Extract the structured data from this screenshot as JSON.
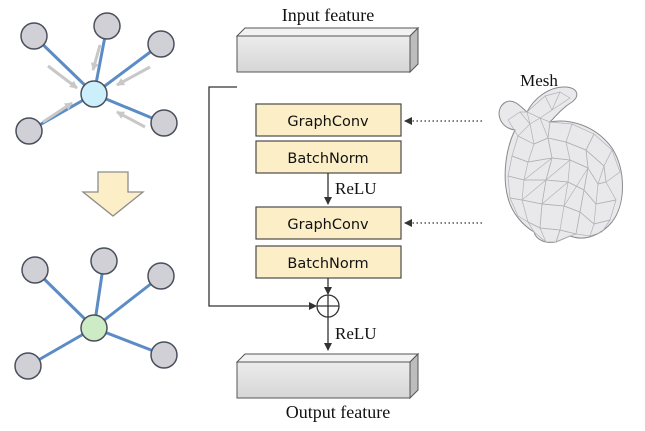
{
  "labels": {
    "input_feature": "Input feature",
    "output_feature": "Output feature",
    "mesh": "Mesh",
    "graphconv_1": "GraphConv",
    "batchnorm_1": "BatchNorm",
    "relu_1": "ReLU",
    "graphconv_2": "GraphConv",
    "batchnorm_2": "BatchNorm",
    "relu_2": "ReLU"
  },
  "colors": {
    "layer_fill": "#fcefc7",
    "layer_stroke": "#4a4a4a",
    "graph_edge": "#5b8cc6",
    "node_fill": "#d0d0d6",
    "center_node_top": "#ccf0fb",
    "center_node_bottom": "#cdebc4",
    "message_arrow": "#c8c8c8",
    "big_arrow": "#fcefc7"
  },
  "icons": {
    "mesh": "bunny-mesh-icon",
    "sum": "circle-plus-icon",
    "transition": "down-arrow-icon"
  }
}
